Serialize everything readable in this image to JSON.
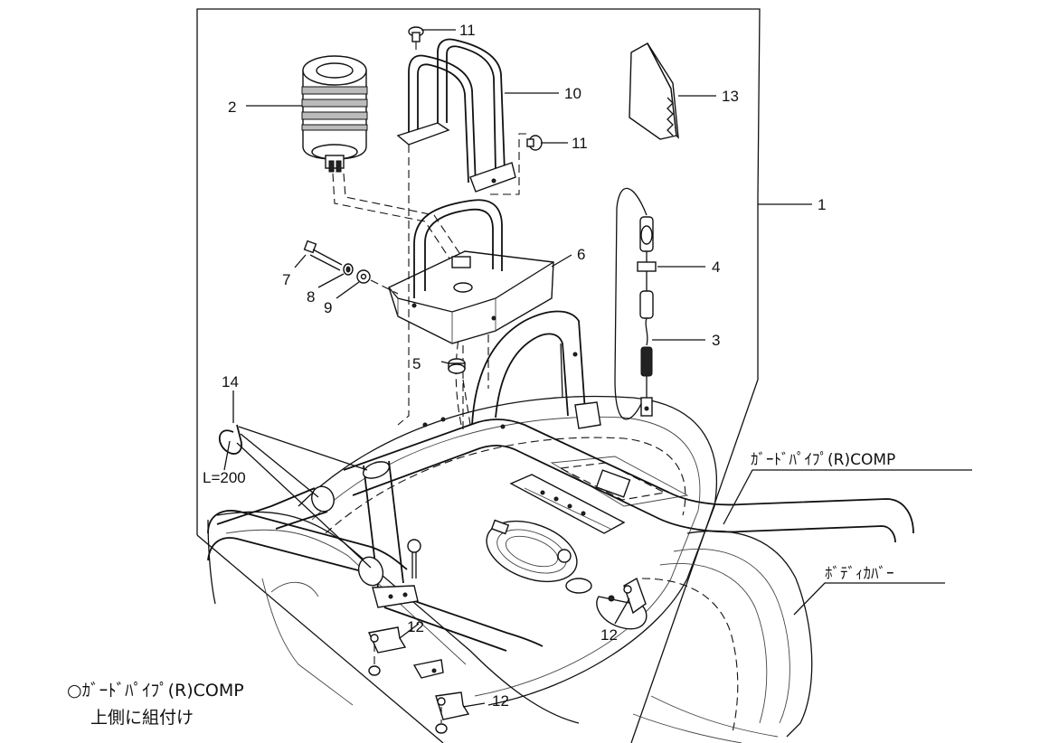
{
  "callouts": [
    {
      "id": "1",
      "label": "1"
    },
    {
      "id": "2",
      "label": "2"
    },
    {
      "id": "3",
      "label": "3"
    },
    {
      "id": "4",
      "label": "4"
    },
    {
      "id": "5",
      "label": "5"
    },
    {
      "id": "6",
      "label": "6"
    },
    {
      "id": "7",
      "label": "7"
    },
    {
      "id": "8",
      "label": "8"
    },
    {
      "id": "9",
      "label": "9"
    },
    {
      "id": "10",
      "label": "10"
    },
    {
      "id": "11a",
      "label": "11"
    },
    {
      "id": "11b",
      "label": "11"
    },
    {
      "id": "12a",
      "label": "12"
    },
    {
      "id": "12b",
      "label": "12"
    },
    {
      "id": "12c",
      "label": "12"
    },
    {
      "id": "13",
      "label": "13"
    },
    {
      "id": "14",
      "label": "14"
    }
  ],
  "labels": {
    "guard_pipe": "ｶﾞｰﾄﾞﾊﾟｲﾌﾟ(R)COMP",
    "body_cover": "ﾎﾞﾃﾞｨｶﾊﾞｰ",
    "length": "L=200"
  },
  "note": {
    "line1": "○ｶﾞｰﾄﾞﾊﾟｲﾌﾟ(R)COMP",
    "line2": "上側に組付け"
  }
}
